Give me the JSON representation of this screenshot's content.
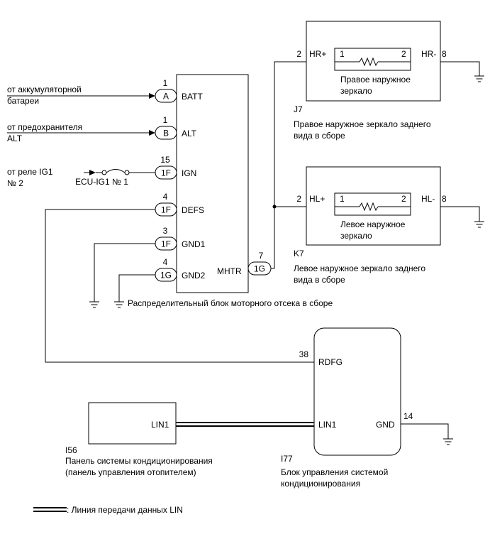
{
  "sources": {
    "batt": [
      "от аккумуляторной",
      "батареи"
    ],
    "alt": [
      "от предохранителя",
      "ALT"
    ],
    "ign": [
      "от реле IG1",
      "№ 2"
    ],
    "fuse_label": "ECU-IG1 № 1"
  },
  "junction_block": {
    "label": "Распределительный блок моторного отсека в сборе",
    "pins": [
      {
        "num": "1",
        "conn": "A",
        "name": "BATT"
      },
      {
        "num": "1",
        "conn": "B",
        "name": "ALT"
      },
      {
        "num": "15",
        "conn": "1F",
        "name": "IGN"
      },
      {
        "num": "4",
        "conn": "1F",
        "name": "DEFS"
      },
      {
        "num": "3",
        "conn": "1F",
        "name": "GND1"
      },
      {
        "num": "4",
        "conn": "1G",
        "name": "GND2"
      }
    ],
    "output": {
      "num": "7",
      "conn": "1G",
      "name": "MHTR"
    }
  },
  "mirror_right": {
    "id": "J7",
    "pin_in_num": "2",
    "pin_in_name": "HR+",
    "pin_out_name": "HR-",
    "pin_out_num": "8",
    "heater_pin_left": "1",
    "heater_pin_right": "2",
    "inner_label": [
      "Правое наружное",
      "зеркало"
    ],
    "caption": [
      "Правое наружное зеркало заднего",
      "вида в сборе"
    ]
  },
  "mirror_left": {
    "id": "K7",
    "pin_in_num": "2",
    "pin_in_name": "HL+",
    "pin_out_name": "HL-",
    "pin_out_num": "8",
    "heater_pin_left": "1",
    "heater_pin_right": "2",
    "inner_label": [
      "Левое наружное",
      "зеркало"
    ],
    "caption": [
      "Левое наружное зеркало заднего",
      "вида в сборе"
    ]
  },
  "ac_ecu": {
    "id": "I77",
    "rdfg_num": "38",
    "rdfg_name": "RDFG",
    "lin_name": "LIN1",
    "gnd_name": "GND",
    "gnd_num": "14",
    "caption": [
      "Блок управления системой",
      "кондиционирования"
    ]
  },
  "ac_panel": {
    "id": "I56",
    "lin_name": "LIN1",
    "caption": [
      "Панель системы кондиционирования",
      "(панель управления отопителем)"
    ]
  },
  "legend": {
    "label": ": Линия передачи данных LIN"
  }
}
